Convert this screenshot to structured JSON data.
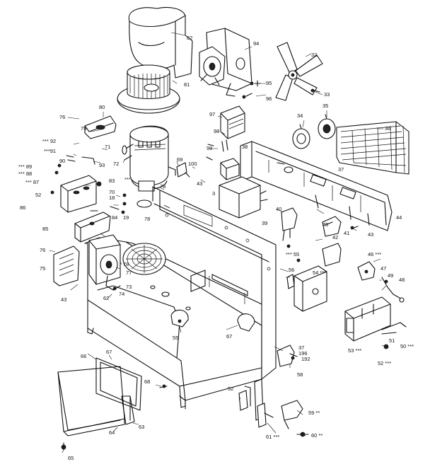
{
  "labels": [
    {
      "id": "p82",
      "text": "82"
    },
    {
      "id": "p94",
      "text": "94"
    },
    {
      "id": "p32",
      "text": "32"
    },
    {
      "id": "p81",
      "text": "81"
    },
    {
      "id": "p95",
      "text": "95"
    },
    {
      "id": "p96",
      "text": "96"
    },
    {
      "id": "p33",
      "text": "33"
    },
    {
      "id": "p76a",
      "text": "76"
    },
    {
      "id": "p80",
      "text": "80"
    },
    {
      "id": "p79",
      "text": "79"
    },
    {
      "id": "p97",
      "text": "97"
    },
    {
      "id": "p34",
      "text": "34"
    },
    {
      "id": "p35",
      "text": "35"
    },
    {
      "id": "p36",
      "text": "36"
    },
    {
      "id": "p98",
      "text": "98"
    },
    {
      "id": "p92",
      "text": "*** 92"
    },
    {
      "id": "p91",
      "text": "***91"
    },
    {
      "id": "p71",
      "text": "71"
    },
    {
      "id": "p99",
      "text": "99"
    },
    {
      "id": "p38",
      "text": "38"
    },
    {
      "id": "p90",
      "text": "90"
    },
    {
      "id": "p93",
      "text": "93"
    },
    {
      "id": "p72",
      "text": "72"
    },
    {
      "id": "p69",
      "text": "69"
    },
    {
      "id": "p100",
      "text": "100"
    },
    {
      "id": "p37a",
      "text": "37"
    },
    {
      "id": "p89",
      "text": "*** 89"
    },
    {
      "id": "p88",
      "text": "*** 88"
    },
    {
      "id": "p87",
      "text": "*** 87"
    },
    {
      "id": "p83",
      "text": "83"
    },
    {
      "id": "p3a",
      "text": "***"
    },
    {
      "id": "p43a",
      "text": "43"
    },
    {
      "id": "p3b",
      "text": "3"
    },
    {
      "id": "p52a",
      "text": "52"
    },
    {
      "id": "p78a",
      "text": "78"
    },
    {
      "id": "p18",
      "text": "18"
    },
    {
      "id": "p70",
      "text": "70"
    },
    {
      "id": "p86",
      "text": "86"
    },
    {
      "id": "p84",
      "text": "84"
    },
    {
      "id": "p19",
      "text": "19"
    },
    {
      "id": "p78b",
      "text": "78"
    },
    {
      "id": "p40",
      "text": "40"
    },
    {
      "id": "p39",
      "text": "39"
    },
    {
      "id": "p44",
      "text": "44"
    },
    {
      "id": "p85",
      "text": "85"
    },
    {
      "id": "p45",
      "text": "45"
    },
    {
      "id": "p43b",
      "text": "43"
    },
    {
      "id": "p41",
      "text": "41"
    },
    {
      "id": "p42",
      "text": "42"
    },
    {
      "id": "p76b",
      "text": "76"
    },
    {
      "id": "p78c",
      "text": "78"
    },
    {
      "id": "p77",
      "text": "77"
    },
    {
      "id": "p75",
      "text": "75"
    },
    {
      "id": "p55a",
      "text": "*** 55"
    },
    {
      "id": "p46",
      "text": "46 ***"
    },
    {
      "id": "p73",
      "text": "73"
    },
    {
      "id": "p56",
      "text": "56"
    },
    {
      "id": "p54",
      "text": "54 ***"
    },
    {
      "id": "p47",
      "text": "47"
    },
    {
      "id": "p49",
      "text": "49"
    },
    {
      "id": "p48",
      "text": "48"
    },
    {
      "id": "p43c",
      "text": "43"
    },
    {
      "id": "p74",
      "text": "74"
    },
    {
      "id": "p62",
      "text": "62"
    },
    {
      "id": "p55b",
      "text": "55"
    },
    {
      "id": "p67a",
      "text": "67"
    },
    {
      "id": "p53",
      "text": "53 ***"
    },
    {
      "id": "p51",
      "text": "51"
    },
    {
      "id": "p50",
      "text": "50 ***"
    },
    {
      "id": "p37b",
      "text": "37"
    },
    {
      "id": "p196",
      "text": "196"
    },
    {
      "id": "p192",
      "text": "192"
    },
    {
      "id": "p58",
      "text": "58"
    },
    {
      "id": "p52b",
      "text": "52 ***"
    },
    {
      "id": "p66",
      "text": "66"
    },
    {
      "id": "p67b",
      "text": "67"
    },
    {
      "id": "p68",
      "text": "68"
    },
    {
      "id": "p52c",
      "text": "52"
    },
    {
      "id": "p59",
      "text": "59 **"
    },
    {
      "id": "p61",
      "text": "61 ***"
    },
    {
      "id": "p60",
      "text": "60 **"
    },
    {
      "id": "p63",
      "text": "63"
    },
    {
      "id": "p64",
      "text": "64"
    },
    {
      "id": "p65",
      "text": "65"
    }
  ]
}
